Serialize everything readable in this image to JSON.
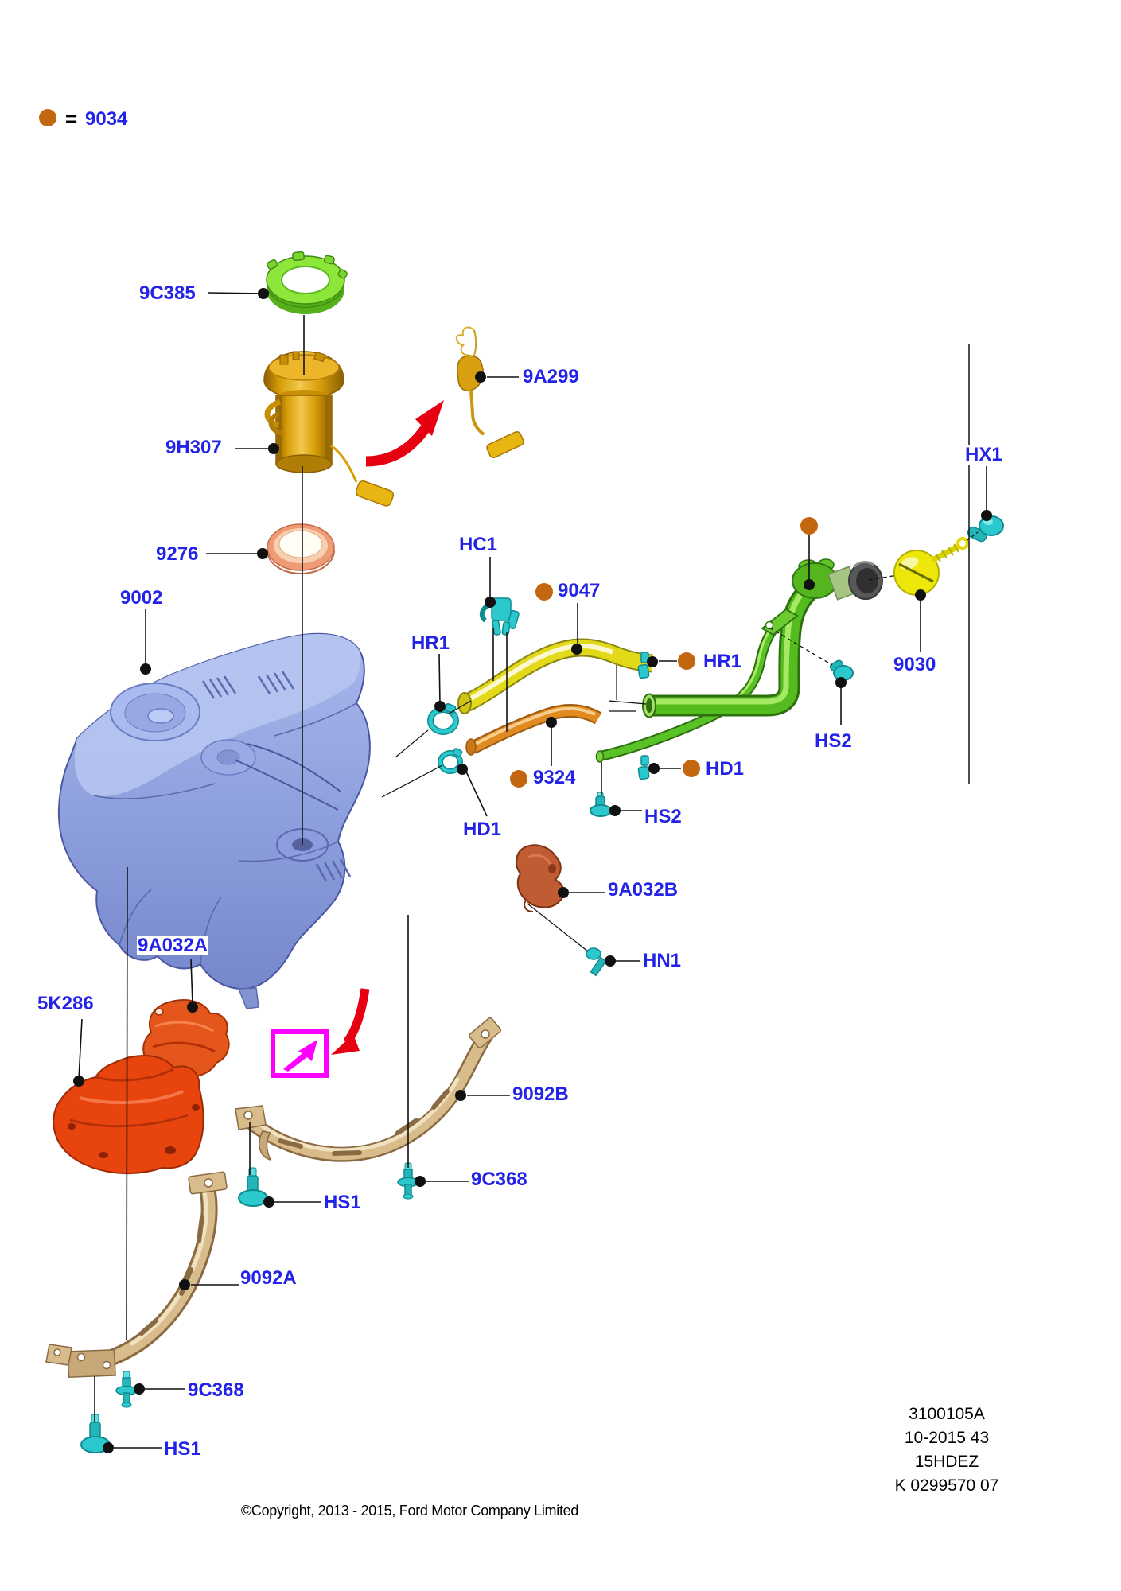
{
  "legend": {
    "equals_sign": "=",
    "part_number": "9034"
  },
  "colors": {
    "label_blue": "#2323e8",
    "marker_orange": "#c2660f",
    "lock_ring_green": "#8fe63a",
    "pump_gold": "#d89e08",
    "seal_salmon": "#ee9b76",
    "tank_blue": "#8ea0dd",
    "hose_yellow": "#e2da18",
    "hose_orange": "#e08a20",
    "filler_green": "#55bc20",
    "cap_yellow": "#ede70a",
    "fastener_cyan": "#2bc9cd",
    "shield_red": "#e8440e",
    "shield_orange": "#e4561c",
    "shield_copper": "#c05c34",
    "strap_tan": "#d8bc8c",
    "view_magenta": "#ff00ff",
    "arrow_red": "#e60012"
  },
  "callouts": [
    {
      "text": "9C385"
    },
    {
      "text": "9A299"
    },
    {
      "text": "9H307"
    },
    {
      "text": "9276"
    },
    {
      "text": "9002"
    },
    {
      "text": "HC1"
    },
    {
      "text": "9047"
    },
    {
      "text": "HR1"
    },
    {
      "text": "HR1"
    },
    {
      "text": "HX1"
    },
    {
      "text": "9030"
    },
    {
      "text": "HS2"
    },
    {
      "text": "9324"
    },
    {
      "text": "HD1"
    },
    {
      "text": "HD1"
    },
    {
      "text": "HS2"
    },
    {
      "text": "9A032B"
    },
    {
      "text": "HN1"
    },
    {
      "text": "9A032A"
    },
    {
      "text": "5K286"
    },
    {
      "text": "9092B"
    },
    {
      "text": "9C368"
    },
    {
      "text": "HS1"
    },
    {
      "text": "9092A"
    },
    {
      "text": "9C368"
    },
    {
      "text": "HS1"
    }
  ],
  "footer": {
    "doc_refs": [
      "3100105A",
      "10-2015 43",
      "15HDEZ",
      "K 0299570 07"
    ],
    "copyright": "©Copyright, 2013 - 2015, Ford Motor Company Limited"
  }
}
